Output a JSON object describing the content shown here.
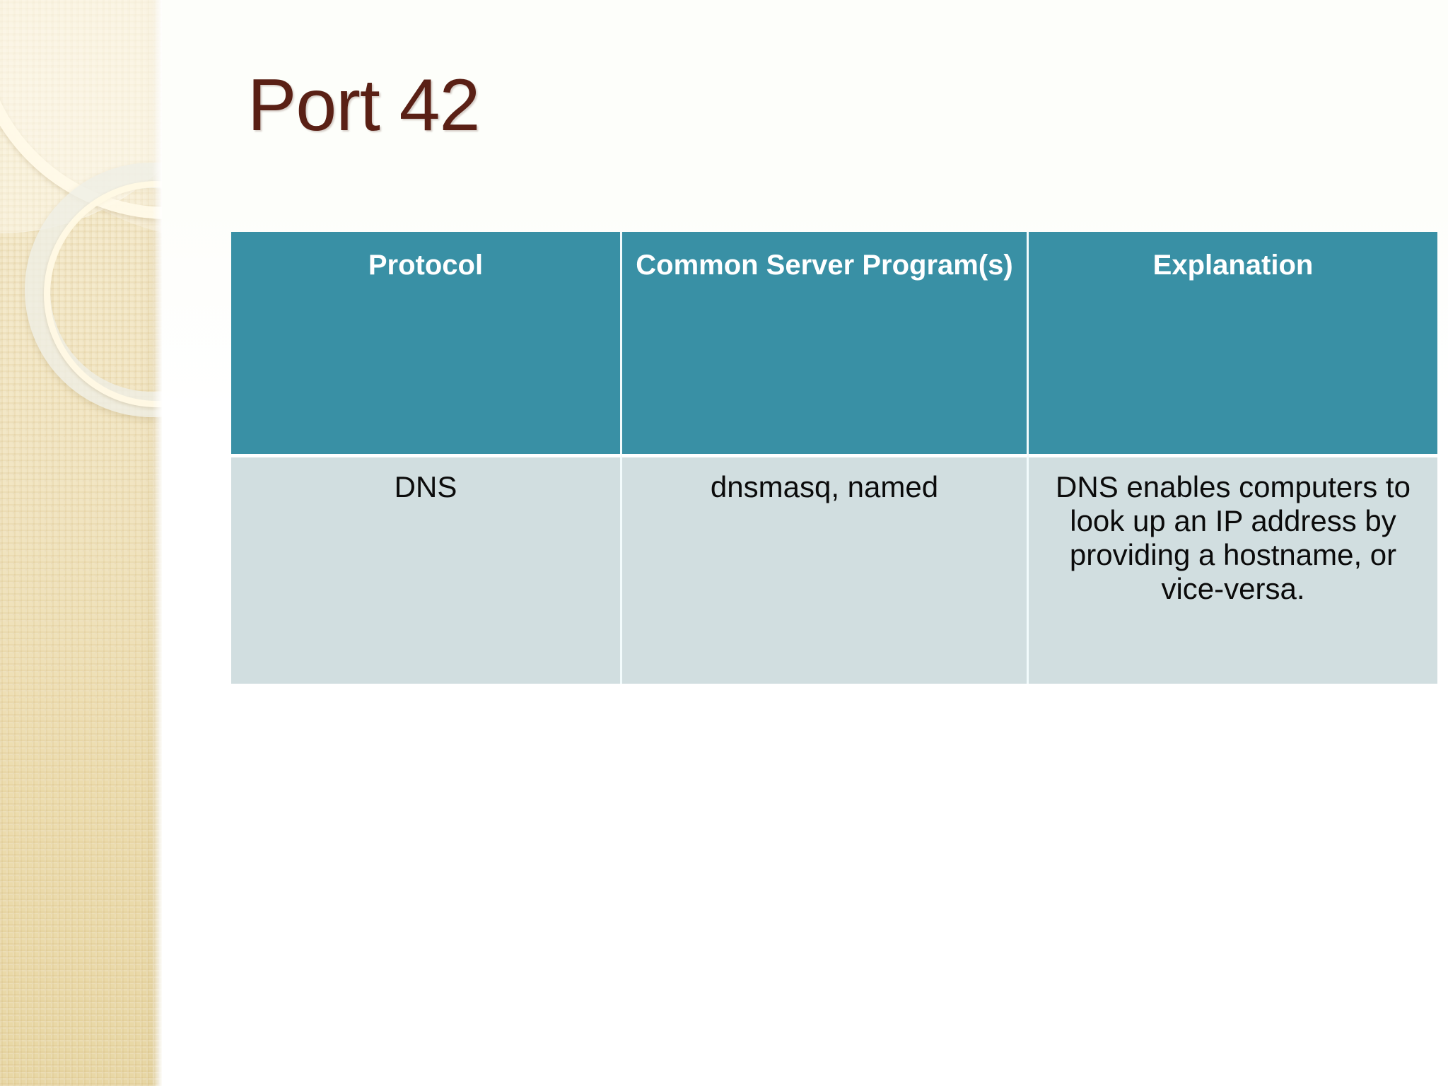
{
  "slide": {
    "title": "Port 42",
    "title_color": "#5a2015",
    "background_color": "#ffffff"
  },
  "decoration": {
    "band_color_light": "#f7eed4",
    "band_color_dark": "#e8d7a5",
    "ring_color": "#fffae8",
    "ring_grey_color": "#eeeee6"
  },
  "table": {
    "header_bg": "#3990a5",
    "header_text_color": "#ffffff",
    "row_bg": "#d1dee0",
    "row_text_color": "#0b0b0b",
    "columns": [
      "Protocol",
      "Common Server Program(s)",
      "Explanation"
    ],
    "rows": [
      {
        "protocol": "DNS",
        "programs": "dnsmasq, named",
        "explanation": "DNS enables computers to look up an IP address by providing a hostname, or vice-versa."
      }
    ]
  }
}
